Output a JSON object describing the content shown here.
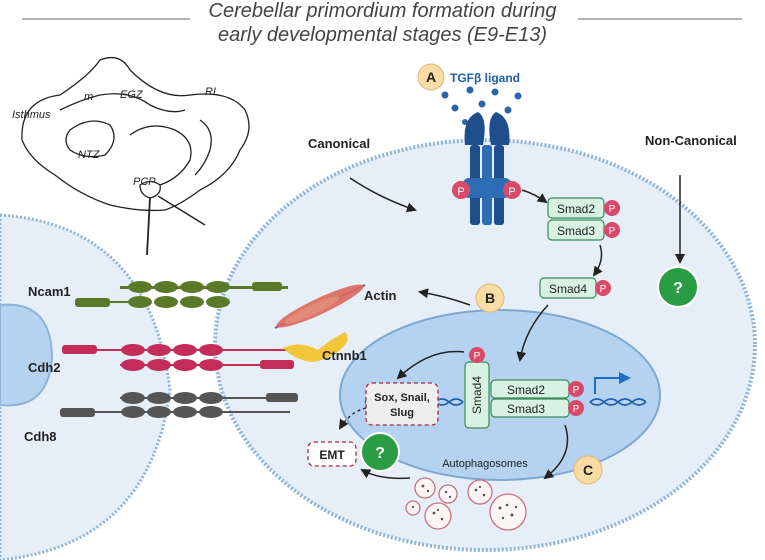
{
  "title": {
    "line1": "Cerebellar primordium formation during",
    "line2": "early developmental stages (E9-E13)"
  },
  "sketch": {
    "labels": [
      "Isthmus",
      "m",
      "EGZ",
      "RL",
      "NTZ",
      "PCP"
    ]
  },
  "pathways": {
    "canonical": "Canonical",
    "non_canonical": "Non-Canonical",
    "ligand": "TGFβ ligand"
  },
  "steps": {
    "a": "A",
    "b": "B",
    "c": "C"
  },
  "receptor": {
    "p1": "P",
    "p2": "P"
  },
  "smads": {
    "smad2": "Smad2",
    "smad3": "Smad3",
    "smad4": "Smad4",
    "nuc_smad2": "Smad2",
    "nuc_smad3": "Smad3",
    "nuc_smad4": "Smad4",
    "p": "P"
  },
  "adhesion": {
    "ncam1": "Ncam1",
    "cdh2": "Cdh2",
    "cdh8": "Cdh8",
    "actin": "Actin",
    "ctnnb1": "Ctnnb1"
  },
  "nucleus": {
    "tf_line1": "Sox, Snail,",
    "tf_line2": "Slug",
    "emt": "EMT",
    "unknown": "?",
    "autophagosomes": "Autophagosomes"
  },
  "colors": {
    "cell_fill": "#e6eff8",
    "membrane": "#8eb3d8",
    "nucleus_fill": "#b5d3f0",
    "smad_fill": "#d8f2e1",
    "smad_stroke": "#3b8a5a",
    "p_fill": "#d94a6a",
    "step_fill": "#f7dca6",
    "unknown_fill": "#2a9c44",
    "ncam": "#5a7a2a",
    "cdh2": "#c42c5a",
    "cdh8": "#555555",
    "receptor": "#1f4e8c",
    "ligand_dots": "#2b66a8"
  }
}
